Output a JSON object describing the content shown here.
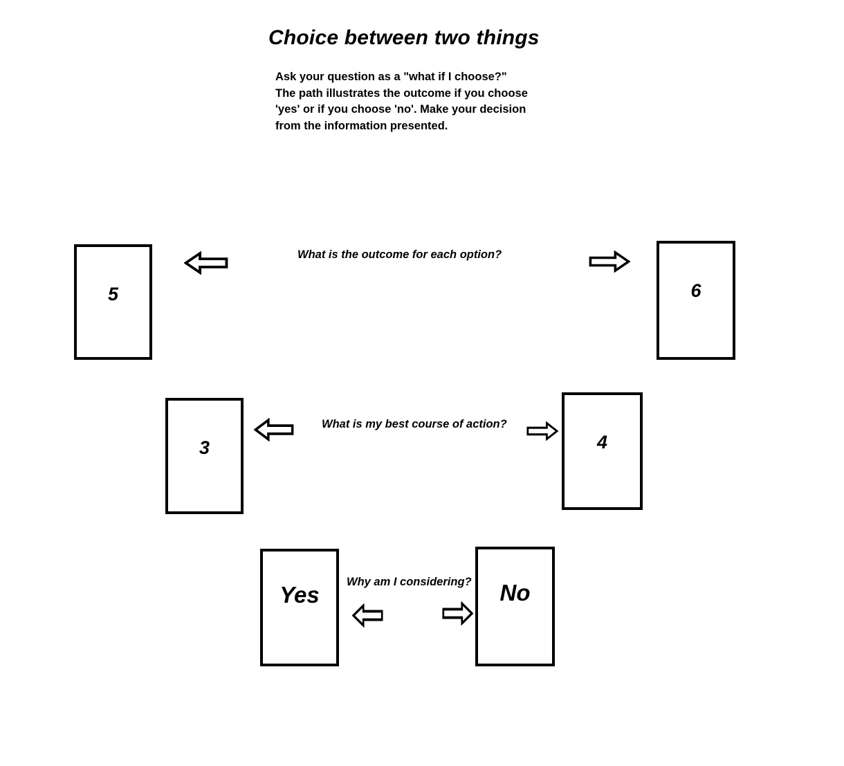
{
  "header": {
    "title": "Choice between two things",
    "intro_lines": [
      "Ask your question as a \"what if I choose?\"",
      "The path illustrates the outcome if you choose",
      "'yes' or if you choose 'no'. Make your decision",
      "from the information presented."
    ]
  },
  "colors": {
    "background": "#ffffff",
    "stroke": "#000000",
    "text": "#000000"
  },
  "rows": [
    {
      "id": "outcome",
      "question": "What is the outcome for each option?",
      "left_box": "5",
      "right_box": "6",
      "left_arrow": "arrow-left-icon",
      "right_arrow": "arrow-right-icon"
    },
    {
      "id": "course-of-action",
      "question": "What is my best course of action?",
      "left_box": "3",
      "right_box": "4",
      "left_arrow": "arrow-left-icon",
      "right_arrow": "arrow-right-icon"
    },
    {
      "id": "considering",
      "question": "Why am I considering?",
      "left_box": "Yes",
      "right_box": "No",
      "left_arrow": "arrow-left-icon",
      "right_arrow": "arrow-right-icon"
    }
  ],
  "boxes": {
    "five": "5",
    "six": "6",
    "three": "3",
    "four": "4",
    "yes": "Yes",
    "no": "No"
  },
  "questions": {
    "outcome": "What is the outcome for each option?",
    "course": "What is my best course of action?",
    "considering": "Why am I considering?"
  }
}
